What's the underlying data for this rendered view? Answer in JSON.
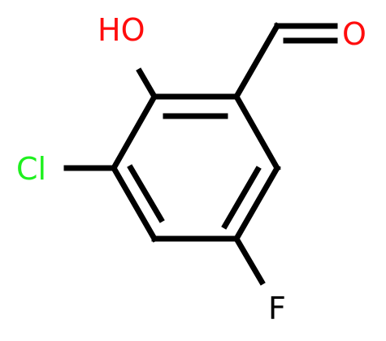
{
  "molecule": {
    "atoms": {
      "hydroxyl": "HO",
      "aldehyde_oxygen": "O",
      "chlorine": "Cl",
      "fluorine": "F"
    },
    "colors": {
      "bond": "#000000",
      "oxygen": "#ff0d0d",
      "chlorine": "#1ff01f",
      "fluorine": "#000000"
    }
  }
}
